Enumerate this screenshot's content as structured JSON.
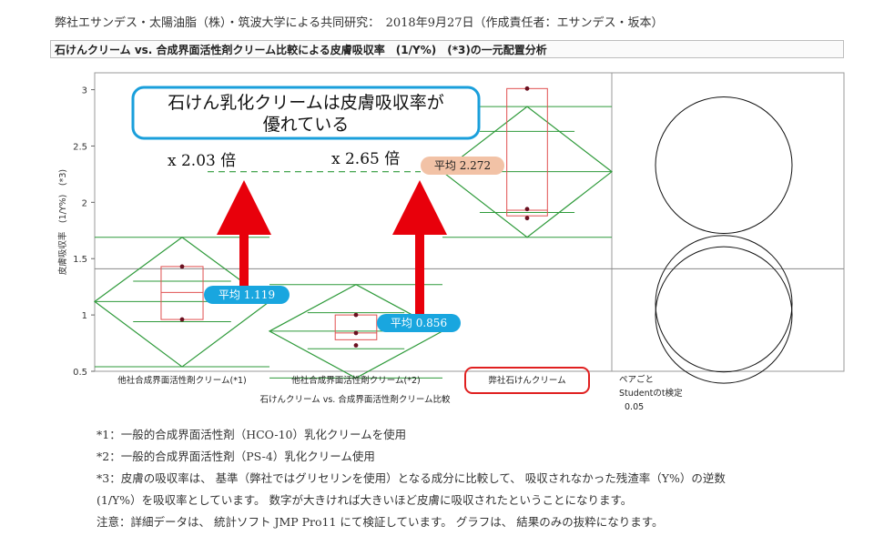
{
  "header": "弊社エサンデス・太陽油脂（株）・筑波大学による共同研究：　2018年9月27日（作成責任者：エサンデス・坂本）",
  "chart_title": "石けんクリーム vs. 合成界面活性剤クリーム比較による皮膚吸収率　(1/Y%)　(*3)の一元配置分析",
  "chart_data": {
    "type": "scatter",
    "ylabel": "皮膚吸収率　(1/Y%)　(*3)",
    "xlabel": "石けんクリーム vs. 合成界面活性剤クリーム比較",
    "ylim": [
      0.5,
      3.15
    ],
    "yticks": [
      "0.5",
      "1",
      "1.5",
      "2",
      "2.5",
      "3"
    ],
    "grand_mean": 1.41,
    "categories": [
      "他社合成界面活性剤クリーム(*1)",
      "他社合成界面活性剤クリーム(*2)",
      "弊社石けんクリーム"
    ],
    "groups": [
      {
        "points": [
          1.43,
          0.96
        ],
        "mean": 1.119,
        "ci": [
          0.54,
          1.69
        ],
        "box": [
          0.96,
          1.43
        ],
        "median": 1.2,
        "sd": [
          0.94,
          1.3
        ]
      },
      {
        "points": [
          1.0,
          0.84,
          0.73
        ],
        "mean": 0.856,
        "ci": [
          0.44,
          1.27
        ],
        "box": [
          0.78,
          1.0
        ],
        "median": 0.84,
        "sd": [
          0.7,
          1.02
        ]
      },
      {
        "points": [
          3.01,
          1.94,
          1.86
        ],
        "mean": 2.272,
        "ci": [
          1.69,
          2.85
        ],
        "box": [
          1.88,
          3.01
        ],
        "median": 1.93,
        "sd": [
          1.91,
          2.63
        ]
      }
    ],
    "highlight_category": 2,
    "comparison_label_lines": [
      "ペアごと",
      "Studentのt検定",
      "0.05"
    ],
    "comparison_circles": [
      2.33,
      1.1,
      1.0
    ]
  },
  "callout": {
    "lines": [
      "石けん乳化クリームは皮膚吸収率が",
      "優れている"
    ]
  },
  "mean_labels": [
    "平均 1.119",
    "平均 0.856",
    "平均 2.272"
  ],
  "multipliers": [
    "x 2.03 倍",
    "x 2.65 倍"
  ],
  "notes": [
    "*1：一般的合成界面活性剤（HCO-10）乳化クリームを使用",
    "*2：一般的合成界面活性剤（PS-4）乳化クリーム使用",
    "*3：皮膚の吸収率は、 基準（弊社ではグリセリンを使用）となる成分に比較して、 吸収されなかった残渣率（Y%）の逆数",
    "(1/Y%）を吸収率としています。 数字が大きければ大きいほど皮膚に吸収されたということになります。",
    "注意：詳細データは、 統計ソフト JMP Pro11 にて検証しています。 グラフは、 結果のみの抜粋になります。"
  ],
  "colors": {
    "diamond": "#2e9a3a",
    "box": "#e05050",
    "arrow": "#e8000b",
    "badge_blue": "#19a6df",
    "badge_orange": "#f2c2a6",
    "callout_border": "#1a9fdb",
    "highlight": "#e02020"
  }
}
